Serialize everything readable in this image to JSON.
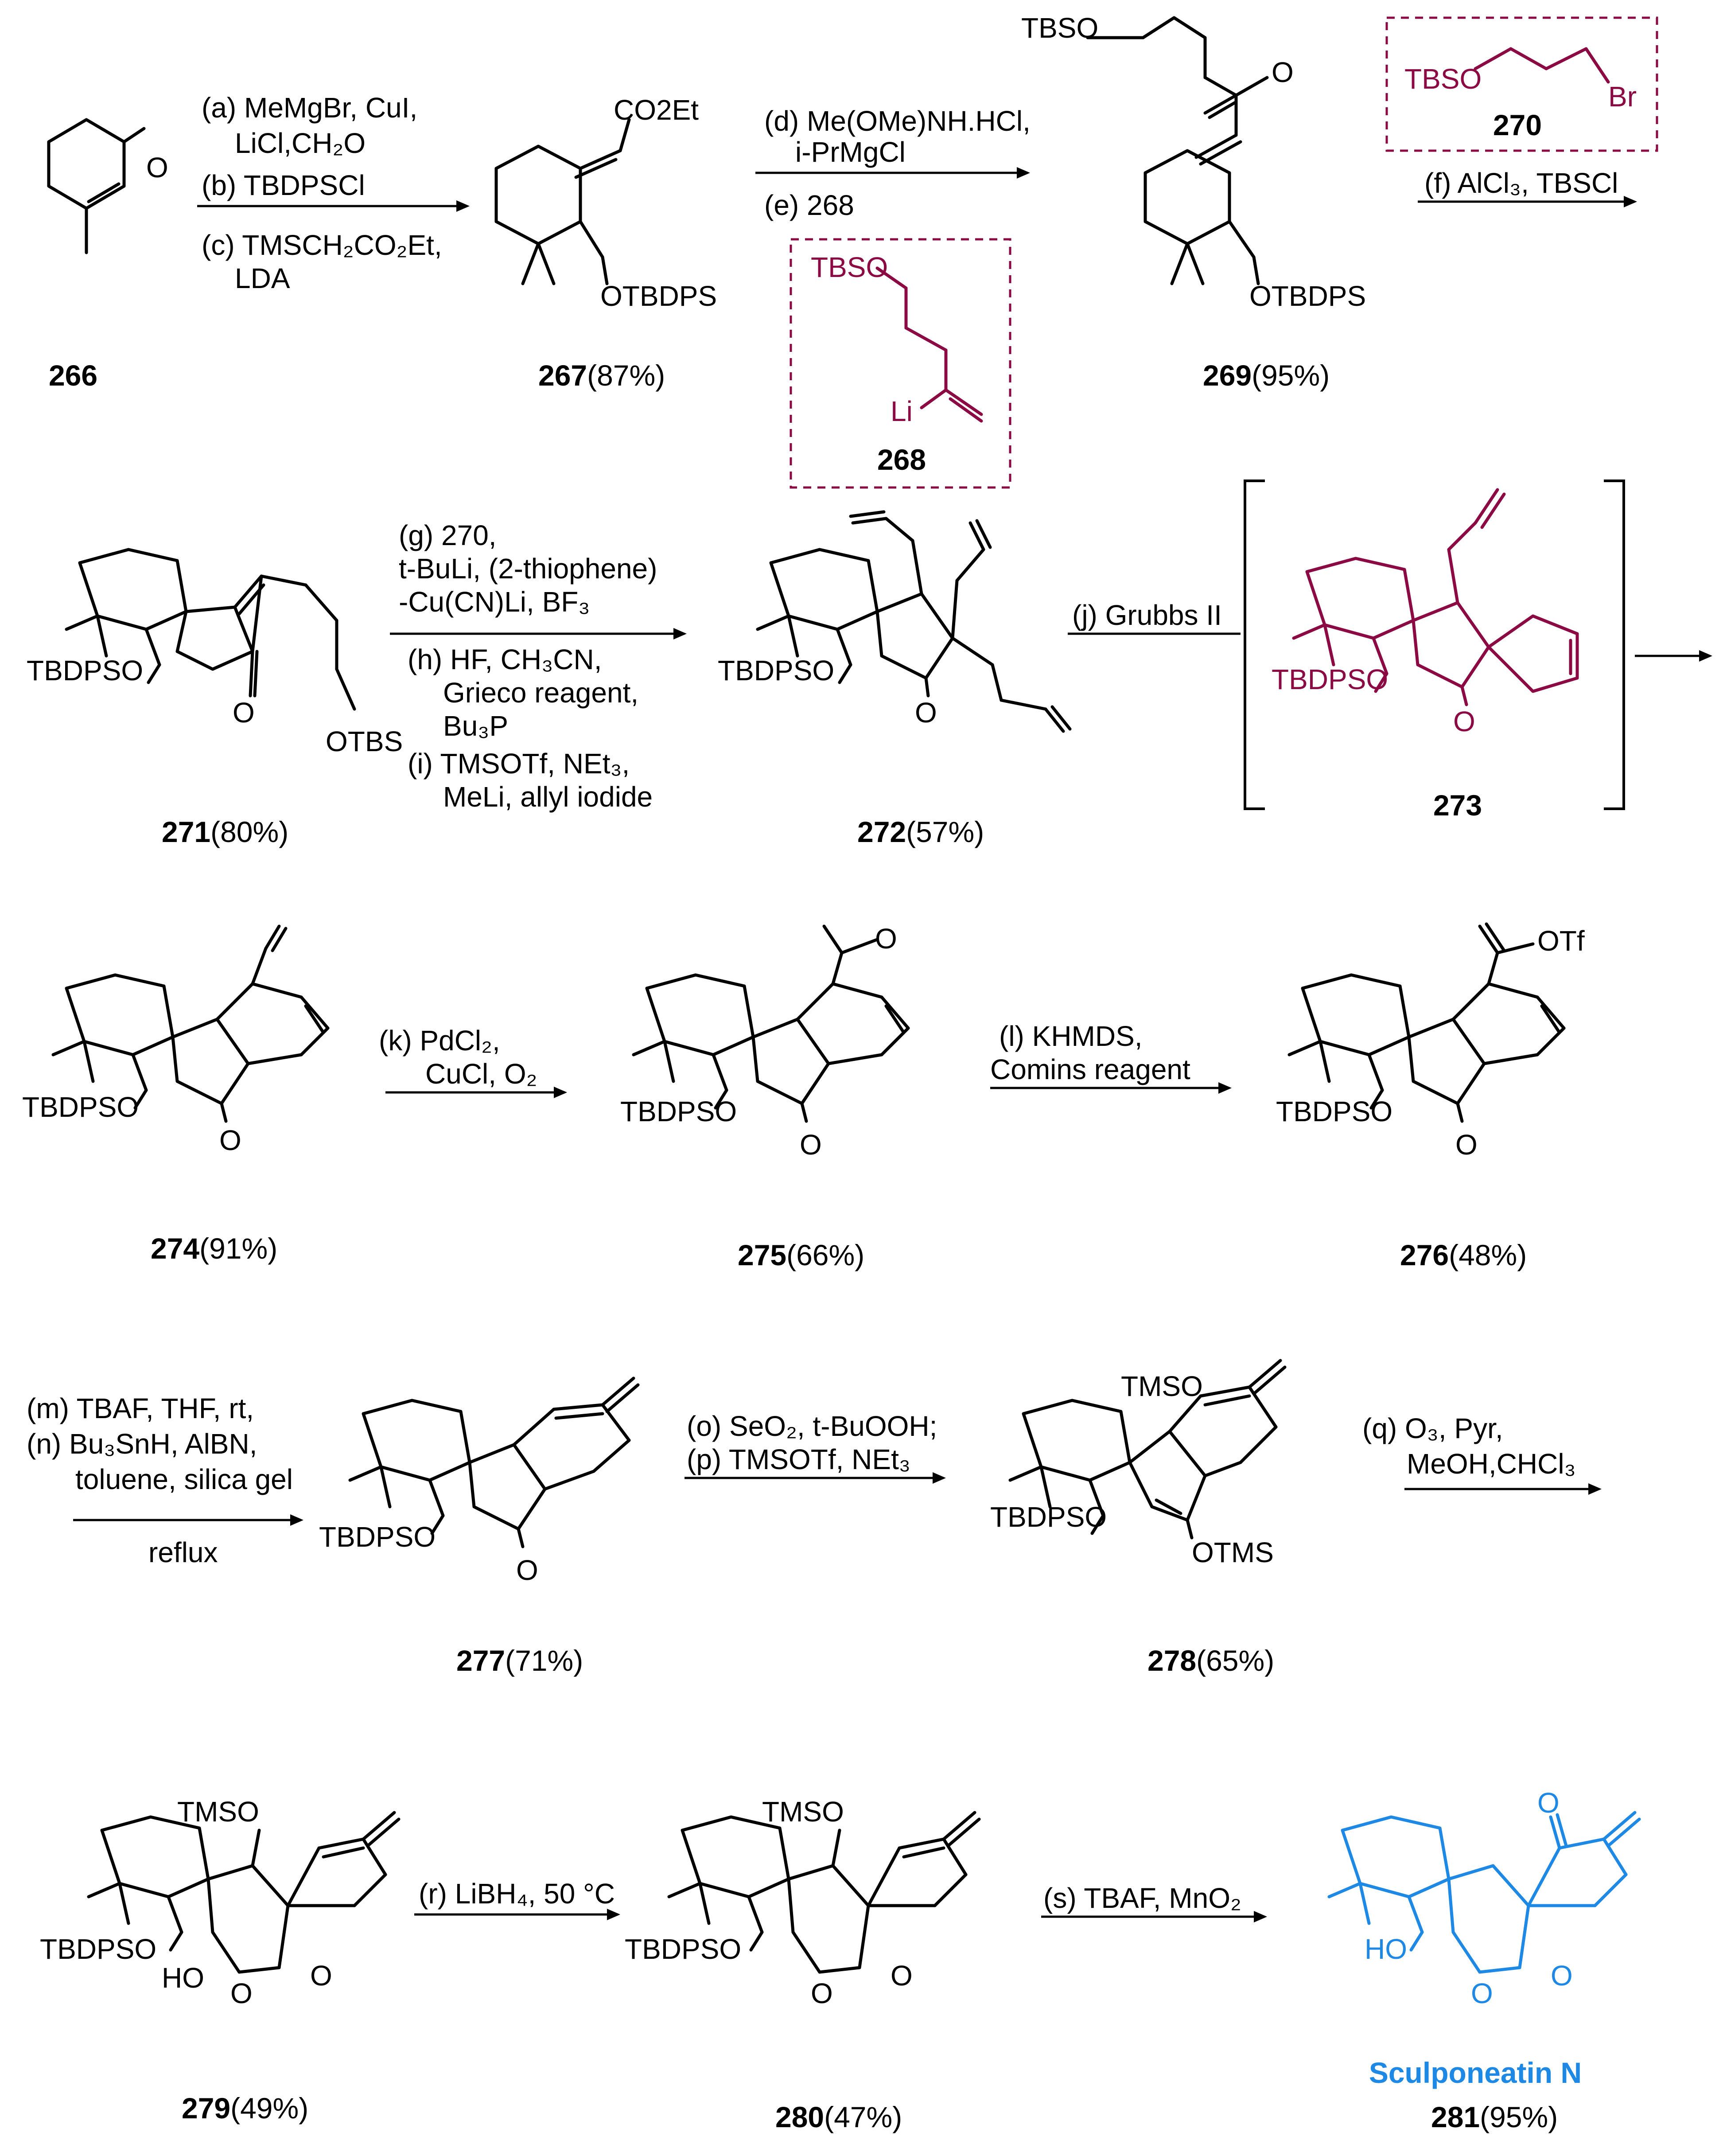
{
  "compounds": {
    "c266": {
      "number": "266",
      "yield": ""
    },
    "c267": {
      "number": "267",
      "yield": "(87%)",
      "label_top": "CO2Et",
      "label_bottom": "OTBDPS"
    },
    "c268": {
      "number": "268",
      "label_top": "TBSO",
      "label_li": "Li"
    },
    "c269": {
      "number": "269",
      "yield": "(95%)",
      "label_top": "TBSO",
      "label_o": "O",
      "label_bottom": "OTBDPS"
    },
    "c270": {
      "number": "270",
      "label_left": "TBSO",
      "label_right": "Br"
    },
    "c271": {
      "number": "271",
      "yield": "(80%)",
      "label_left": "TBDPSO",
      "label_o": "O",
      "label_right": "OTBS"
    },
    "c272": {
      "number": "272",
      "yield": "(57%)",
      "label_left": "TBDPSO",
      "label_o": "O"
    },
    "c273": {
      "number": "273",
      "label_left": "TBDPSO",
      "label_o": "O"
    },
    "c274": {
      "number": "274",
      "yield": "(91%)",
      "label_left": "TBDPSO",
      "label_o": "O"
    },
    "c275": {
      "number": "275",
      "yield": "(66%)",
      "label_left": "TBDPSO",
      "label_o": "O"
    },
    "c276": {
      "number": "276",
      "yield": "(48%)",
      "label_left": "TBDPSO",
      "label_o": "O",
      "label_otf": "OTf"
    },
    "c277": {
      "number": "277",
      "yield": "(71%)",
      "label_left": "TBDPSO",
      "label_o": "O"
    },
    "c278": {
      "number": "278",
      "yield": "(65%)",
      "label_left": "TBDPSO",
      "label_top": "TMSO",
      "label_bottom": "OTMS"
    },
    "c279": {
      "number": "279",
      "yield": "(49%)",
      "label_left": "TBDPSO",
      "label_top": "TMSO",
      "label_ho": "HO"
    },
    "c280": {
      "number": "280",
      "yield": "(47%)",
      "label_left": "TBDPSO",
      "label_top": "TMSO"
    },
    "c281": {
      "number": "281",
      "yield": "(95%)",
      "name": "Sculponeatin N",
      "label_ho": "HO"
    }
  },
  "steps": {
    "a": "(a) MeMgBr, CuI,",
    "a2": "LiCl,CH₂O",
    "b": "(b) TBDPSCl",
    "c": "(c) TMSCH₂CO₂Et,",
    "c2": "LDA",
    "d": "(d) Me(OMe)NH.HCl,",
    "d2": "i-PrMgCl",
    "e": "(e) 268",
    "f": "(f) AlCl₃, TBSCl",
    "g": "(g) 270,",
    "g2": "t-BuLi, (2-thiophene)",
    "g3": "-Cu(CN)Li, BF₃",
    "h": "(h) HF, CH₃CN,",
    "h2": "Grieco reagent,",
    "h3": "Bu₃P",
    "i": "(i) TMSOTf, NEt₃,",
    "i2": "MeLi, allyl iodide",
    "j": "(j) Grubbs II",
    "k": "(k)  PdCl₂,",
    "k2": "CuCl, O₂",
    "l": "(l) KHMDS,",
    "l2": "Comins reagent",
    "m": "(m) TBAF, THF, rt,",
    "n": "(n)  Bu₃SnH, AlBN,",
    "n2": "toluene, silica gel",
    "n3": "reflux",
    "o": "(o) SeO₂, t-BuOOH;",
    "p": "(p) TMSOTf, NEt₃",
    "q": "(q)  O₃, Pyr,",
    "q2": "MeOH,CHCl₃",
    "r": "(r) LiBH₄, 50 °C",
    "s": "(s) TBAF, MnO₂"
  },
  "colors": {
    "highlight_red": "#8b0a43",
    "highlight_blue": "#1e88e5"
  }
}
